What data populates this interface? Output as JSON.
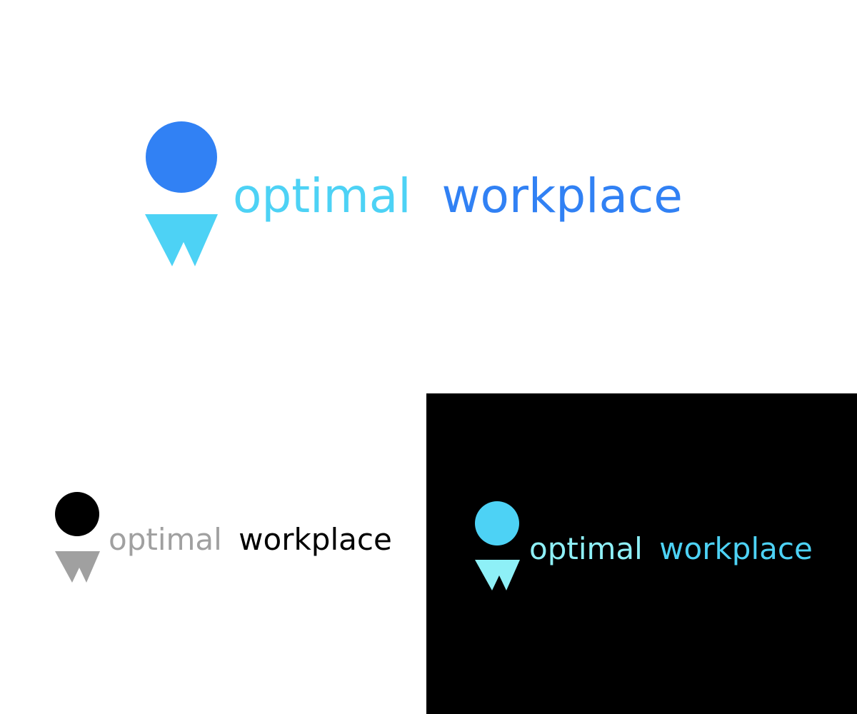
{
  "logos": [
    {
      "variant": "primary-color",
      "word1": "optimal",
      "word2": "workplace",
      "colors": {
        "head": "#3181F4",
        "body": "#4DD2F5",
        "word1": "#4DD2F5",
        "word2": "#3181F4"
      }
    },
    {
      "variant": "grayscale",
      "word1": "optimal",
      "word2": "workplace",
      "colors": {
        "head": "#000000",
        "body": "#A0A0A0",
        "word1": "#A0A0A0",
        "word2": "#000000"
      }
    },
    {
      "variant": "on-dark",
      "word1": "optimal",
      "word2": "workplace",
      "colors": {
        "background": "#000000",
        "head": "#4DD2F5",
        "body": "#8EF0F7",
        "word1": "#8EF0F7",
        "word2": "#4DD2F5"
      }
    }
  ]
}
